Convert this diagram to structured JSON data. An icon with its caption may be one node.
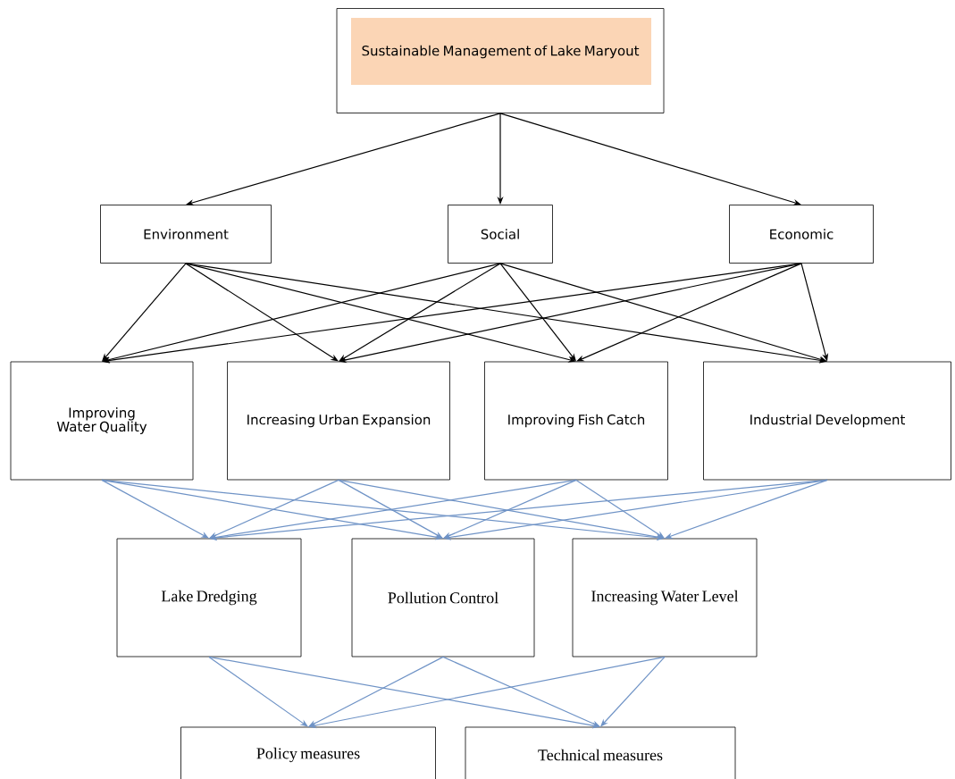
{
  "diagram": {
    "nodes": [
      {
        "text": [
          "Sustainable Management of Lake Maryout"
        ]
      },
      {
        "text": [
          "Environment"
        ]
      },
      {
        "text": [
          "Social"
        ]
      },
      {
        "text": [
          "Economic"
        ]
      },
      {
        "text": [
          "Improving Water Quality"
        ]
      },
      {
        "text": [
          "Increasing Urban Expansion"
        ]
      },
      {
        "text": [
          "Improving Fish Catch"
        ]
      },
      {
        "text": [
          "Industrial Development"
        ]
      },
      {
        "text": [
          "Lake Dredging"
        ]
      },
      {
        "text": [
          "Pollution Control"
        ]
      },
      {
        "text": [
          "Increasing Water Level"
        ]
      },
      {
        "text": [
          "Policy measures"
        ]
      },
      {
        "text": [
          "Technical measures"
        ]
      }
    ],
    "edges": [
      {
        "from": 0,
        "to": 1,
        "arrow": "to",
        "color": "#000000"
      },
      {
        "from": 0,
        "to": 2,
        "arrow": "to",
        "color": "#000000"
      },
      {
        "from": 0,
        "to": 3,
        "arrow": "to",
        "color": "#000000"
      },
      {
        "from": 1,
        "to": 4,
        "arrow": "to",
        "color": "#000000"
      },
      {
        "from": 1,
        "to": 5,
        "arrow": "to",
        "color": "#000000"
      },
      {
        "from": 1,
        "to": 6,
        "arrow": "to",
        "color": "#000000"
      },
      {
        "from": 1,
        "to": 7,
        "arrow": "to",
        "color": "#000000"
      },
      {
        "from": 2,
        "to": 4,
        "arrow": "to",
        "color": "#000000"
      },
      {
        "from": 2,
        "to": 5,
        "arrow": "to",
        "color": "#000000"
      },
      {
        "from": 2,
        "to": 6,
        "arrow": "to",
        "color": "#000000"
      },
      {
        "from": 2,
        "to": 7,
        "arrow": "to",
        "color": "#000000"
      },
      {
        "from": 3,
        "to": 4,
        "arrow": "to",
        "color": "#000000"
      },
      {
        "from": 3,
        "to": 5,
        "arrow": "to",
        "color": "#000000"
      },
      {
        "from": 3,
        "to": 6,
        "arrow": "to",
        "color": "#000000"
      },
      {
        "from": 3,
        "to": 7,
        "arrow": "to",
        "color": "#000000"
      },
      {
        "from": 4,
        "to": 8,
        "arrow": "to"
      },
      {
        "from": 4,
        "to": 9,
        "arrow": "to"
      },
      {
        "from": 4,
        "to": 10,
        "arrow": "to"
      },
      {
        "from": 5,
        "to": 8,
        "arrow": "to"
      },
      {
        "from": 5,
        "to": 9,
        "arrow": "to"
      },
      {
        "from": 5,
        "to": 10,
        "arrow": "to"
      },
      {
        "from": 6,
        "to": 8,
        "arrow": "to"
      },
      {
        "from": 6,
        "to": 9,
        "arrow": "to"
      },
      {
        "from": 6,
        "to": 10,
        "arrow": "to"
      },
      {
        "from": 7,
        "to": 8,
        "arrow": "to"
      },
      {
        "from": 7,
        "to": 9,
        "arrow": "to"
      },
      {
        "from": 7,
        "to": 10,
        "arrow": "to"
      },
      {
        "from": 8,
        "to": 11,
        "arrow": "to"
      },
      {
        "from": 8,
        "to": 12,
        "arrow": "to"
      },
      {
        "from": 9,
        "to": 11,
        "arrow": "to"
      },
      {
        "from": 9,
        "to": 12,
        "arrow": "to"
      },
      {
        "from": 10,
        "to": 11,
        "arrow": "to"
      },
      {
        "from": 10,
        "to": 12,
        "arrow": "to"
      }
    ]
  }
}
